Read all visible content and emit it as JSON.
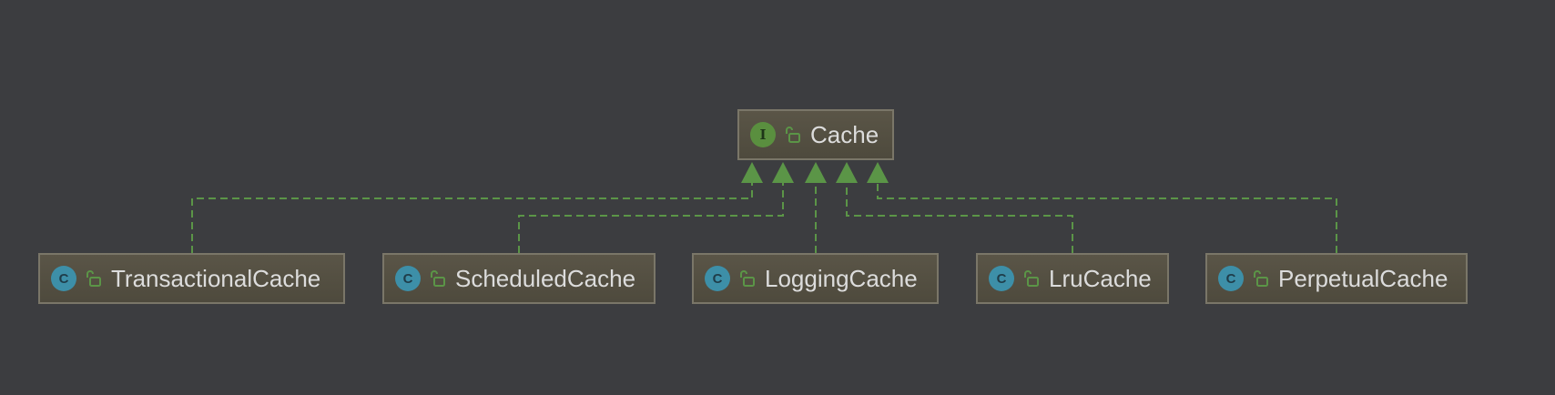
{
  "diagram": {
    "interface": {
      "name": "Cache",
      "kind_glyph": "I",
      "kind": "interface",
      "icon": "unlocked-icon"
    },
    "classes": [
      {
        "id": "transactional",
        "name": "TransactionalCache",
        "kind_glyph": "C",
        "kind": "class",
        "icon": "unlocked-icon"
      },
      {
        "id": "scheduled",
        "name": "ScheduledCache",
        "kind_glyph": "C",
        "kind": "class",
        "icon": "unlocked-icon"
      },
      {
        "id": "logging",
        "name": "LoggingCache",
        "kind_glyph": "C",
        "kind": "class",
        "icon": "unlocked-icon"
      },
      {
        "id": "lru",
        "name": "LruCache",
        "kind_glyph": "C",
        "kind": "class",
        "icon": "unlocked-icon"
      },
      {
        "id": "perpetual",
        "name": "PerpetualCache",
        "kind_glyph": "C",
        "kind": "class",
        "icon": "unlocked-icon"
      }
    ],
    "relation": "implements",
    "colors": {
      "background": "#3c3d40",
      "edge": "#5b9547",
      "node_fill": "#544f42",
      "node_border": "#7a7668",
      "class_badge": "#3d8fa8",
      "interface_badge": "#5a8f3f"
    }
  }
}
